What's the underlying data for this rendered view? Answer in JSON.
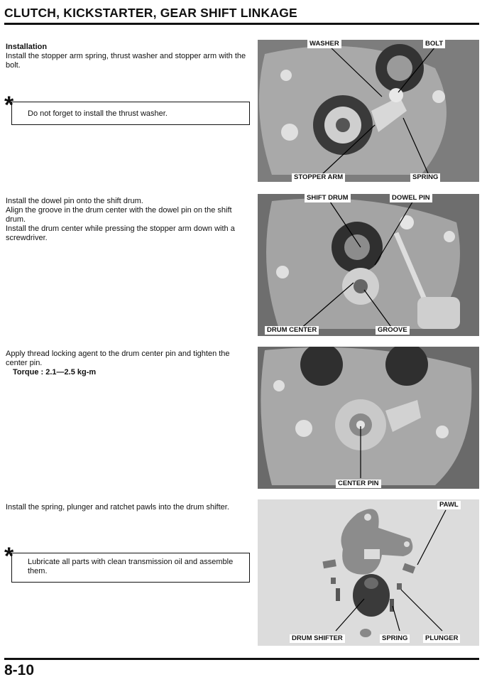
{
  "header": {
    "title": "CLUTCH, KICKSTARTER, GEAR SHIFT LINKAGE"
  },
  "section1": {
    "heading": "Installation",
    "body": "Install the stopper arm spring, thrust washer and stopper arm with the bolt.",
    "note": "Do not forget to install the thrust washer.",
    "labels": {
      "washer": "WASHER",
      "bolt": "BOLT",
      "stopper_arm": "STOPPER ARM",
      "spring": "SPRING"
    }
  },
  "section2": {
    "line1": "Install the dowel pin onto the shift drum.",
    "line2": "Align the groove in the drum center with the dowel pin on the shift drum.",
    "line3": "Install the drum center while pressing the stopper arm down with a screwdriver.",
    "labels": {
      "shift_drum": "SHIFT DRUM",
      "dowel_pin": "DOWEL PIN",
      "drum_center": "DRUM CENTER",
      "groove": "GROOVE"
    }
  },
  "section3": {
    "body": "Apply thread locking agent to the drum center pin and tighten the center pin.",
    "torque": "Torque : 2.1—2.5 kg-m",
    "labels": {
      "center_pin": "CENTER PIN"
    }
  },
  "section4": {
    "body": "Install the spring, plunger and ratchet pawls into the drum shifter.",
    "note": "Lubricate all parts with clean transmission oil and assemble them.",
    "labels": {
      "pawl": "PAWL",
      "drum_shifter": "DRUM SHIFTER",
      "spring": "SPRING",
      "plunger": "PLUNGER"
    }
  },
  "footer": {
    "page_number": "8-10"
  },
  "icons": {
    "note": "asterisk-note-icon"
  }
}
